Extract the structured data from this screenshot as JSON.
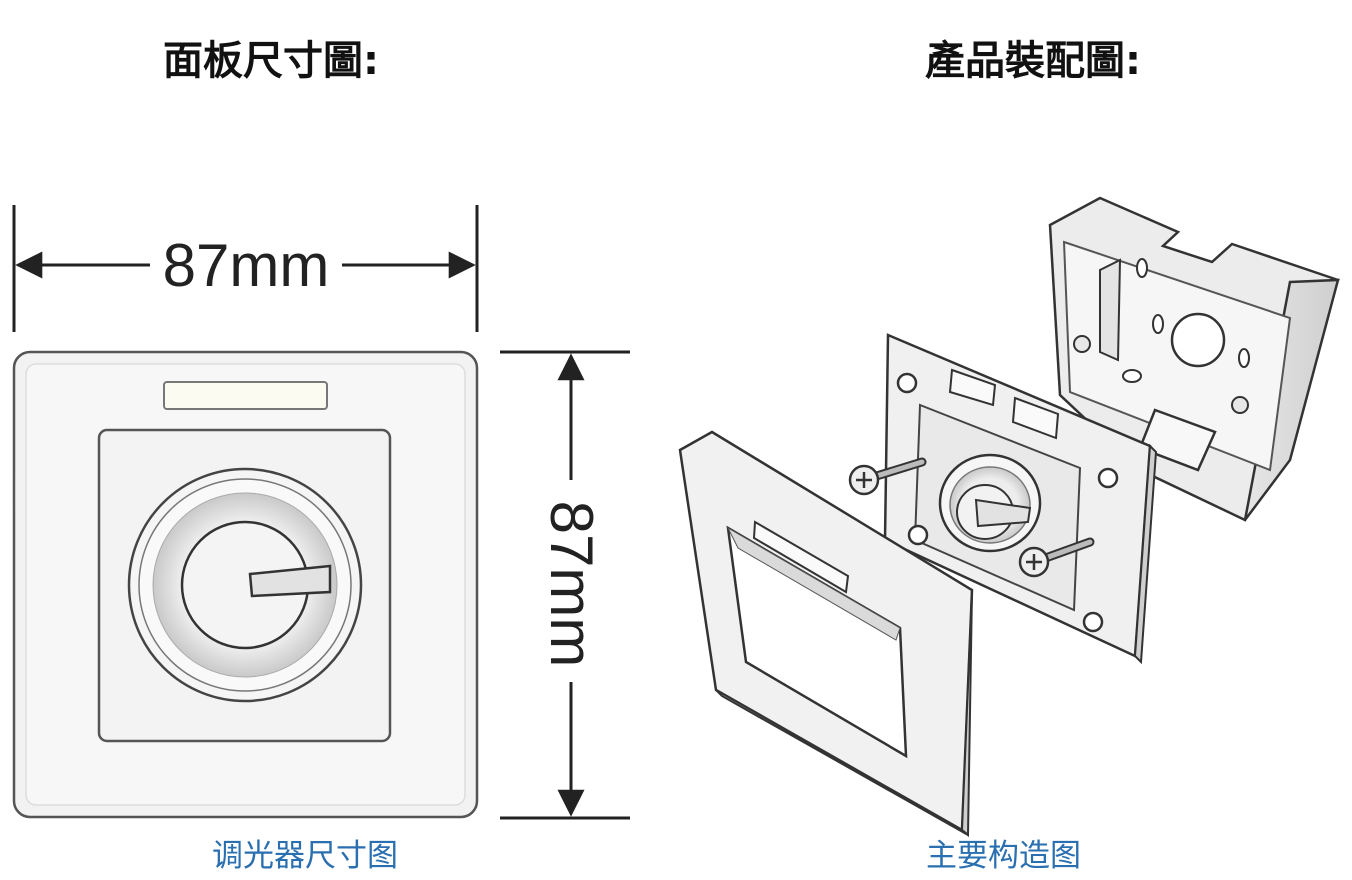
{
  "headings": {
    "panel_size": "面板尺寸圖:",
    "assembly": "產品裝配圖:"
  },
  "dimensions": {
    "width_label": "87mm",
    "height_label": "87mm"
  },
  "captions": {
    "dimmer_size": "调光器尺寸图",
    "main_structure": "主要构造图"
  }
}
